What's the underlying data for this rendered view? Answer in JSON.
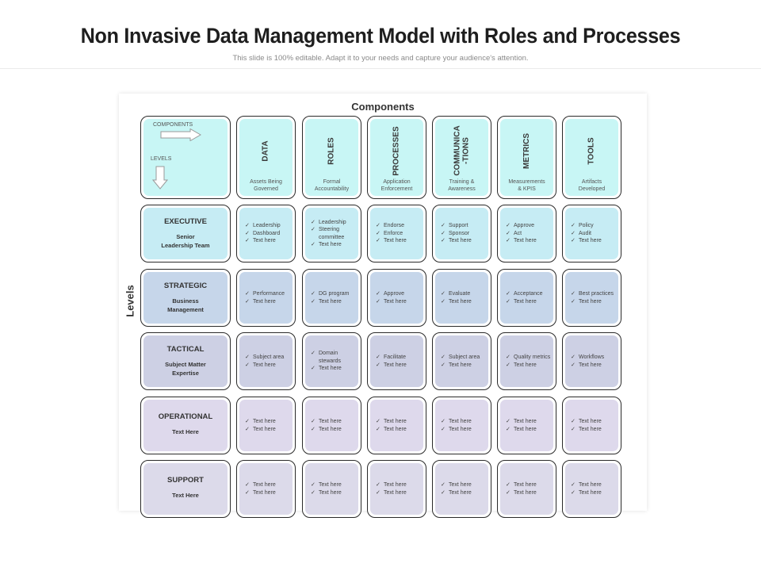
{
  "title": "Non Invasive Data Management Model with Roles and Processes",
  "subtitle": "This slide is 100% editable. Adapt it to your needs and capture your audience's attention.",
  "components_title": "Components",
  "levels_title": "Levels",
  "corner": {
    "components_label": "COMPONENTS",
    "levels_label": "LEVELS"
  },
  "columns": [
    {
      "name": "DATA",
      "sub": "Assets Being\nGoverned"
    },
    {
      "name": "ROLES",
      "sub": "Formal\nAccountability"
    },
    {
      "name": "PROCESSES",
      "sub": "Application\nEnforcement"
    },
    {
      "name": "COMMUNICA\n-TIONS",
      "sub": "Training &\nAwareness"
    },
    {
      "name": "METRICS",
      "sub": "Measurements\n& KPIS"
    },
    {
      "name": "TOOLS",
      "sub": "Artifacts\nDeveloped"
    }
  ],
  "levels": [
    {
      "name": "EXECUTIVE",
      "desc": "Senior\nLeadership Team"
    },
    {
      "name": "STRATEGIC",
      "desc": "Business\nManagement"
    },
    {
      "name": "TACTICAL",
      "desc": "Subject Matter\nExpertise"
    },
    {
      "name": "OPERATIONAL",
      "desc": "Text Here"
    },
    {
      "name": "SUPPORT",
      "desc": "Text Here"
    }
  ],
  "cells": [
    [
      [
        "Leadership",
        "Dashboard",
        "Text here"
      ],
      [
        "Leadership",
        "Steering committee",
        "Text here"
      ],
      [
        "Endorse",
        "Enforce",
        "Text here"
      ],
      [
        "Support",
        "Sponsor",
        "Text here"
      ],
      [
        "Approve",
        "Act",
        "Text here"
      ],
      [
        "Policy",
        "Audit",
        "Text here"
      ]
    ],
    [
      [
        "Performance",
        "Text here"
      ],
      [
        "DG program",
        "Text here"
      ],
      [
        "Approve",
        "Text here"
      ],
      [
        "Evaluate",
        "Text here"
      ],
      [
        "Acceptance",
        "Text here"
      ],
      [
        "Best practices",
        "Text here"
      ]
    ],
    [
      [
        "Subject area",
        "Text here"
      ],
      [
        "Domain stewards",
        "Text here"
      ],
      [
        "Facilitate",
        "Text here"
      ],
      [
        "Subject area",
        "Text here"
      ],
      [
        "Quality metrics",
        "Text here"
      ],
      [
        "Workflows",
        "Text here"
      ]
    ],
    [
      [
        "Text here",
        "Text here"
      ],
      [
        "Text here",
        "Text here"
      ],
      [
        "Text here",
        "Text here"
      ],
      [
        "Text here",
        "Text here"
      ],
      [
        "Text here",
        "Text here"
      ],
      [
        "Text here",
        "Text here"
      ]
    ],
    [
      [
        "Text here",
        "Text here"
      ],
      [
        "Text here",
        "Text here"
      ],
      [
        "Text here",
        "Text here"
      ],
      [
        "Text here",
        "Text here"
      ],
      [
        "Text here",
        "Text here"
      ],
      [
        "Text here",
        "Text here"
      ]
    ]
  ]
}
